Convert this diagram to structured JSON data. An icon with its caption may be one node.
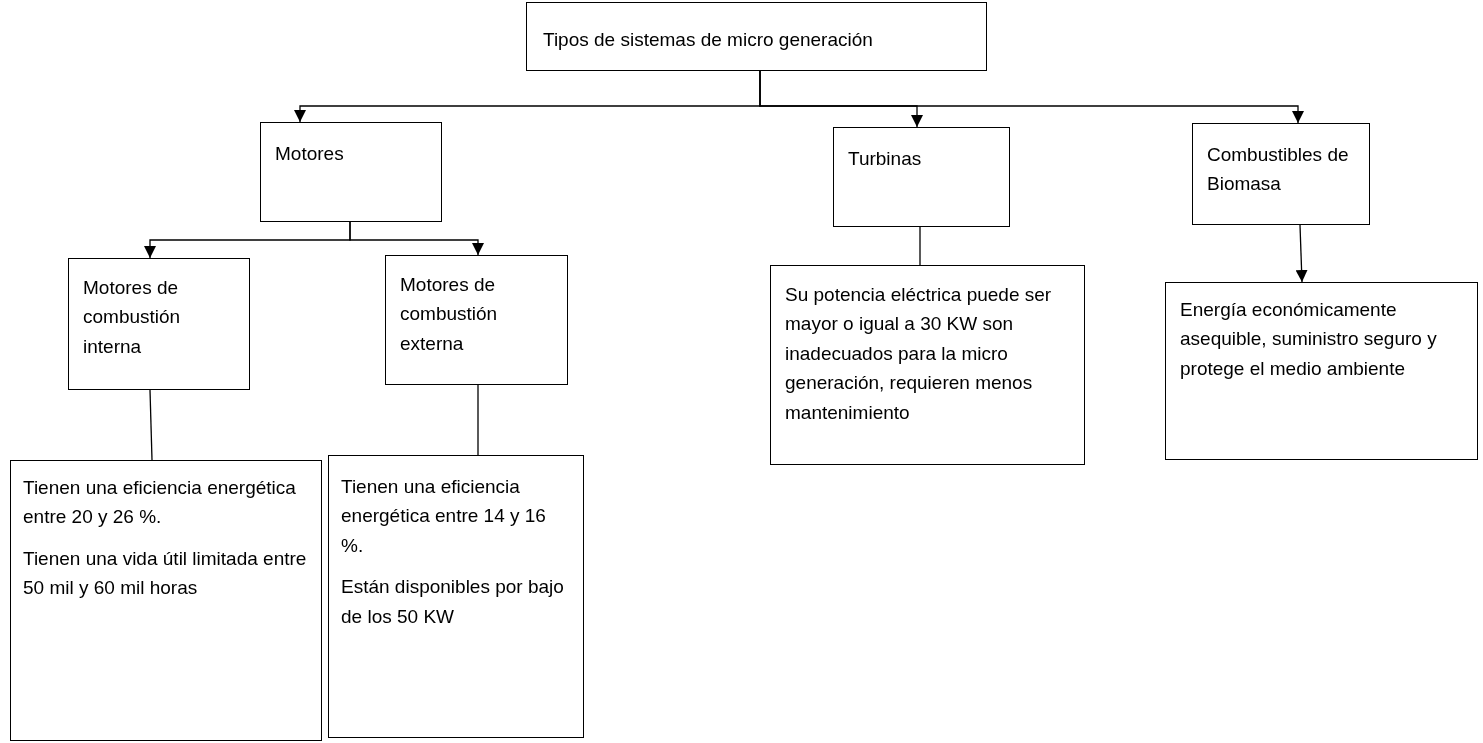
{
  "diagram": {
    "nodes": [
      {
        "text": [
          "Tipos de sistemas de micro generación"
        ]
      },
      {
        "text": [
          "Motores"
        ]
      },
      {
        "text": [
          "Turbinas"
        ]
      },
      {
        "text": [
          "Combustibles de Biomasa"
        ]
      },
      {
        "text": [
          "Motores de combustión interna"
        ]
      },
      {
        "text": [
          "Motores de combustión externa"
        ]
      },
      {
        "text": [
          "Tienen una eficiencia energética entre 20 y 26 %.",
          "Tienen una vida útil limitada entre 50 mil y 60 mil horas"
        ]
      },
      {
        "text": [
          "Tienen una eficiencia energética entre 14 y 16 %.",
          "Están disponibles por bajo de los 50 KW"
        ]
      },
      {
        "text": [
          "Su potencia eléctrica puede ser mayor o igual a 30 KW son inadecuados para la micro generación, requieren menos mantenimiento"
        ]
      },
      {
        "text": [
          "Energía económicamente asequible, suministro seguro y protege el medio ambiente"
        ]
      }
    ],
    "edges": [
      {
        "from": 0,
        "to": 1,
        "arrow": "to"
      },
      {
        "from": 0,
        "to": 2,
        "arrow": "to"
      },
      {
        "from": 0,
        "to": 3,
        "arrow": "to"
      },
      {
        "from": 1,
        "to": 4,
        "arrow": "to"
      },
      {
        "from": 1,
        "to": 5,
        "arrow": "to"
      },
      {
        "from": 4,
        "to": 6,
        "arrow": "none"
      },
      {
        "from": 5,
        "to": 7,
        "arrow": "none"
      },
      {
        "from": 2,
        "to": 8,
        "arrow": "none"
      },
      {
        "from": 3,
        "to": 9,
        "arrow": "to"
      }
    ]
  }
}
